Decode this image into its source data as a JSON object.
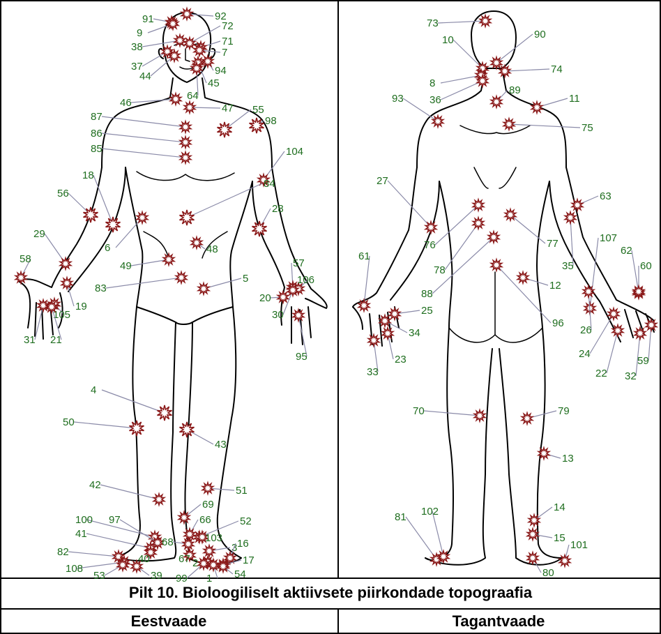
{
  "caption": "Pilt 10. Bioloogiliselt aktiivsete piirkondade topograafia",
  "views": {
    "front": "Eestvaade",
    "back": "Tagantvaade"
  },
  "colors": {
    "label": "#1e6d1e",
    "point": "#8b1a1a",
    "leader": "#8a8aa8"
  },
  "front_points": [
    "91",
    "92",
    "9",
    "72",
    "38",
    "71",
    "7",
    "37",
    "44",
    "94",
    "45",
    "64",
    "46",
    "47",
    "55",
    "98",
    "87",
    "86",
    "85",
    "104",
    "84",
    "18",
    "56",
    "28",
    "29",
    "6",
    "48",
    "58",
    "49",
    "57",
    "83",
    "106",
    "5",
    "105",
    "19",
    "20",
    "30",
    "31",
    "21",
    "95",
    "4",
    "50",
    "43",
    "42",
    "51",
    "100",
    "97",
    "69",
    "66",
    "52",
    "41",
    "68",
    "103",
    "3",
    "82",
    "40",
    "67",
    "2",
    "16",
    "108",
    "53",
    "39",
    "99",
    "1",
    "17",
    "54"
  ],
  "back_points": [
    "73",
    "10",
    "90",
    "74",
    "8",
    "36",
    "89",
    "93",
    "11",
    "75",
    "27",
    "63",
    "76",
    "77",
    "107",
    "78",
    "62",
    "60",
    "35",
    "61",
    "88",
    "12",
    "96",
    "25",
    "26",
    "34",
    "24",
    "22",
    "32",
    "59",
    "23",
    "33",
    "70",
    "79",
    "13",
    "81",
    "102",
    "14",
    "15",
    "101",
    "80"
  ]
}
